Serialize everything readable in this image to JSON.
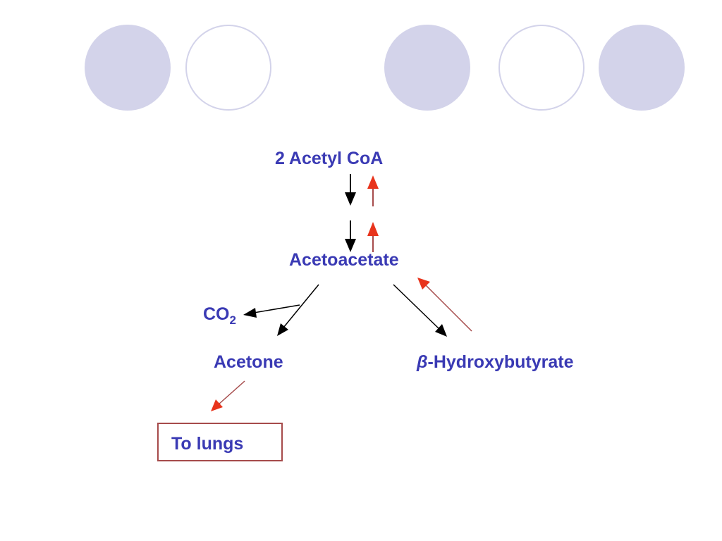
{
  "nodes": {
    "acetyl_coa": "2 Acetyl CoA",
    "acetoacetate": "Acetoacetate",
    "co2_main": "CO",
    "co2_sub": "2",
    "acetone": "Acetone",
    "hydroxybutyrate_beta": "β",
    "hydroxybutyrate_rest": "-Hydroxybutyrate",
    "to_lungs": "To lungs"
  },
  "colors": {
    "text": "#3a3ab4",
    "decor_circle": "#d3d3ea",
    "arrow_forward": "#000000",
    "arrow_reverse_head": "#e8341c",
    "arrow_reverse_line": "#a64b4b",
    "box_border": "#a64b4b"
  },
  "decorations": {
    "circles": [
      "filled",
      "outline",
      "filled",
      "outline",
      "filled"
    ]
  }
}
